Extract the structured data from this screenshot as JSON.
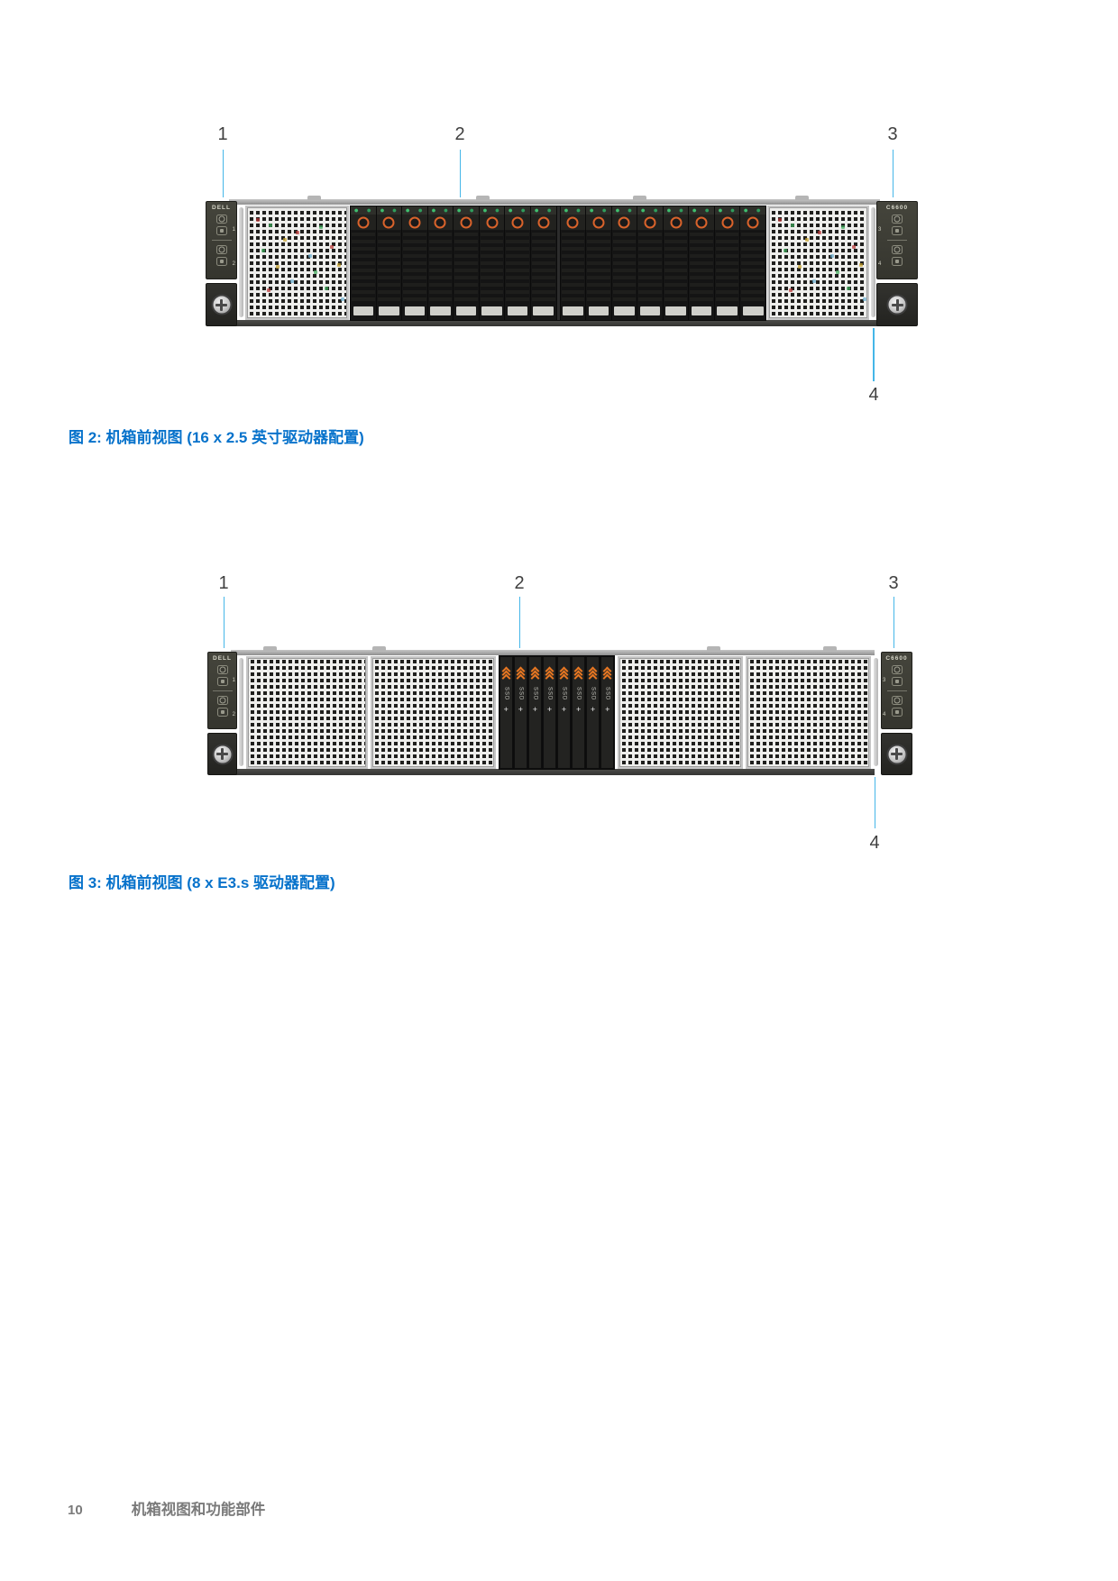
{
  "figures": [
    {
      "caption": "图 2: 机箱前视图 (16 x 2.5 英寸驱动器配置)",
      "callouts": [
        "1",
        "2",
        "3",
        "4"
      ],
      "server": {
        "brand_label": "DELL",
        "model_label": "C6600",
        "drive_type": "2.5-inch",
        "drive_count": 16,
        "ear_left_digits": [
          "1",
          "2"
        ],
        "ear_right_digits": [
          "3",
          "4"
        ]
      }
    },
    {
      "caption": "图 3: 机箱前视图 (8 x E3.s 驱动器配置)",
      "callouts": [
        "1",
        "2",
        "3",
        "4"
      ],
      "server": {
        "brand_label": "DELL",
        "model_label": "C6600",
        "drive_type": "E3.s",
        "drive_count": 8,
        "drive_label": "SSD",
        "ear_left_digits": [
          "1",
          "2"
        ],
        "ear_right_digits": [
          "3",
          "4"
        ]
      }
    }
  ],
  "footer": {
    "page_number": "10",
    "text": "机箱视图和功能部件"
  },
  "colors": {
    "caption_blue": "#0672CB",
    "leader_line": "#45B6E8",
    "footer_gray": "#7A7A7A",
    "latch_orange": "#D9632B",
    "led_green": "#3FBF6F",
    "chev": "#E87722"
  }
}
